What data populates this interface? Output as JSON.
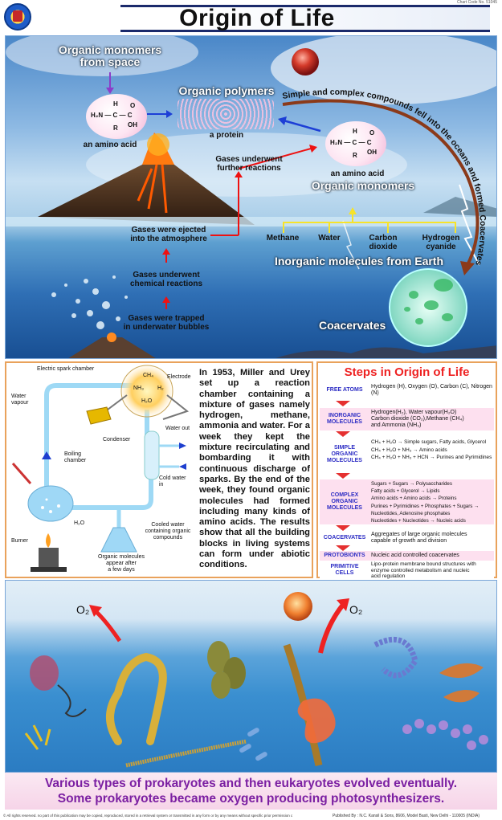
{
  "header": {
    "title": "Origin of Life",
    "chart_code": "Chart Code No. 51045"
  },
  "top": {
    "organic_monomers_from_space": "Organic monomers\nfrom space",
    "amino_acid_label_1": "an amino acid",
    "organic_polymers": "Organic polymers",
    "a_protein": "a protein",
    "arc_text": "Simple and complex compounds fell into the oceans and formed Coacervates",
    "gases_further": "Gases underwent\nfurther reactions",
    "amino_acid_label_2": "an amino acid",
    "organic_monomers": "Organic monomers",
    "gases_ejected": "Gases were ejected\ninto the atmosphere",
    "methane": "Methane",
    "water": "Water",
    "carbon_dioxide": "Carbon\ndioxide",
    "hydrogen_cyanide": "Hydrogen\ncyanide",
    "inorganic_molecules": "Inorganic molecules from Earth",
    "gases_chemical": "Gases underwent\nchemical reactions",
    "gases_trapped": "Gases were trapped\nin underwater bubbles",
    "coacervates": "Coacervates",
    "molecule": {
      "h": "H",
      "n": "H₂N — C — C",
      "o": "O",
      "oh": "OH",
      "r": "R"
    }
  },
  "apparatus": {
    "electric_spark_chamber": "Electric spark chamber",
    "electrode": "Electrode",
    "water_vapour": "Water\nvapour",
    "ch4": "CH₄",
    "nh3": "NH₃",
    "h2": "H₂",
    "h2o_top": "H₂O",
    "condenser": "Condenser",
    "water_out": "Water out",
    "boiling_chamber": "Boiling\nchamber",
    "cold_water_in": "Cold water\nin",
    "h2o": "H₂O",
    "cooled_water": "Cooled water\ncontaining organic\ncompounds",
    "burner": "Burner",
    "organic_molecules": "Organic molecules\nappear after\na few days"
  },
  "miller_text": "In 1953, Miller and Urey set up a reaction chamber containing a mixture of gases namely hydrogen, methane, ammonia and water. For a week they kept the mixture recirculating and bombarding it with continuous discharge of sparks. By the end of the week, they found organic molecules had formed including many kinds of amino acids. The results show that all the building blocks in living systems can form under abiotic conditions.",
  "steps": {
    "title": "Steps in Origin of Life",
    "items": [
      {
        "name": "FREE ATOMS",
        "desc": "Hydrogen (H), Oxygen (O), Carbon (C), Nitrogen (N)"
      },
      {
        "name": "INORGANIC\nMOLECULES",
        "desc": "Hydrogen(H₂), Water vapour(H₂O)\nCarbon dioxide (CO₂),Methane (CH₄)\nand Ammonia (NH₃)"
      },
      {
        "name": "SIMPLE\nORGANIC\nMOLECULES",
        "desc": "CH₄ + H₂O → Simple sugars, Fatty acids, Glycerol\nCH₄ + H₂O + NH₃ → Amino acids\nCH₄ + H₂O + NH₃ + HCN → Purines and Pyrimidines"
      },
      {
        "name": "COMPLEX\nORGANIC\nMOLECULES",
        "desc": "Sugars + Sugars → Polysaccharides\nFatty acids + Glycerol → Lipids\nAmino acids + Amino acids → Proteins\nPurines + Pyrimidines + Phosphates + Sugars → Nucleotides, Adenosine phosphates\nNucleotides + Nucleotides → Nucleic acids"
      },
      {
        "name": "COACERVATES",
        "desc": "Aggregates of large organic molecules\ncapable of growth and division"
      },
      {
        "name": "PROTOBIONTS",
        "desc": "Nucleic acid controlled coacervates"
      },
      {
        "name": "PRIMITIVE\nCELLS",
        "desc": "Lipo-protein membrane bound structures with\nenzyme controlled metabolism and nucleic\nacid regulation"
      }
    ]
  },
  "bottom": {
    "o2_left": "O₂",
    "o2_right": "O₂",
    "caption_line1": "Various types of prokaryotes and then eukaryotes evolved eventually.",
    "caption_line2": "Some prokaryotes became oxygen producing photosynthesizers."
  },
  "footer": {
    "left": "© All rights reserved. no part of this publication may be copied, reproduced, stored in a retrieval system or transmitted in any form or by any means without specific prior permission of the publishers.",
    "right": "Published By : N.C. Kansil & Sons, 8606, Model Basti, New Delhi - 110005 (INDIA)"
  },
  "colors": {
    "accent_red": "#e22222",
    "step_name_blue": "#2c2cc4",
    "caption_purple": "#7b1fa2",
    "panel_border": "#e9a25b"
  }
}
